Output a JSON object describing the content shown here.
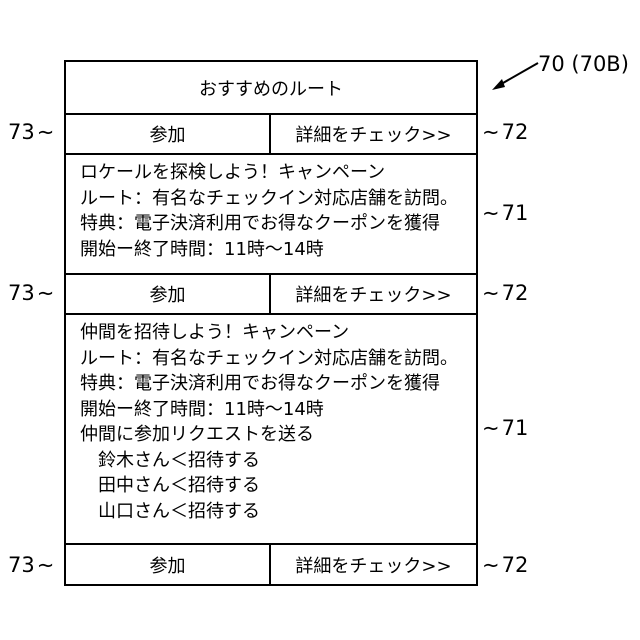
{
  "figure_label": "70 (70B)",
  "refs": {
    "button_join": "73",
    "button_details": "72",
    "card": "71"
  },
  "title": "おすすめのルート",
  "button_join_label": "参加",
  "button_details_label": "詳細をチェック>>",
  "cards": [
    {
      "lines": [
        "ロケールを探検しよう！キャンペーン",
        "ルート：有名なチェックイン対応店舗を訪問。",
        "特典：電子決済利用でお得なクーポンを獲得",
        "開始ー終了時間：11時～14時"
      ]
    },
    {
      "lines": [
        "仲間を招待しよう！キャンペーン",
        "ルート：有名なチェックイン対応店舗を訪問。",
        "特典：電子決済利用でお得なクーポンを獲得",
        "開始ー終了時間：11時～14時",
        "仲間に参加リクエストを送る"
      ],
      "invites": [
        "鈴木さん＜招待する",
        "田中さん＜招待する",
        "山口さん＜招待する"
      ]
    }
  ]
}
